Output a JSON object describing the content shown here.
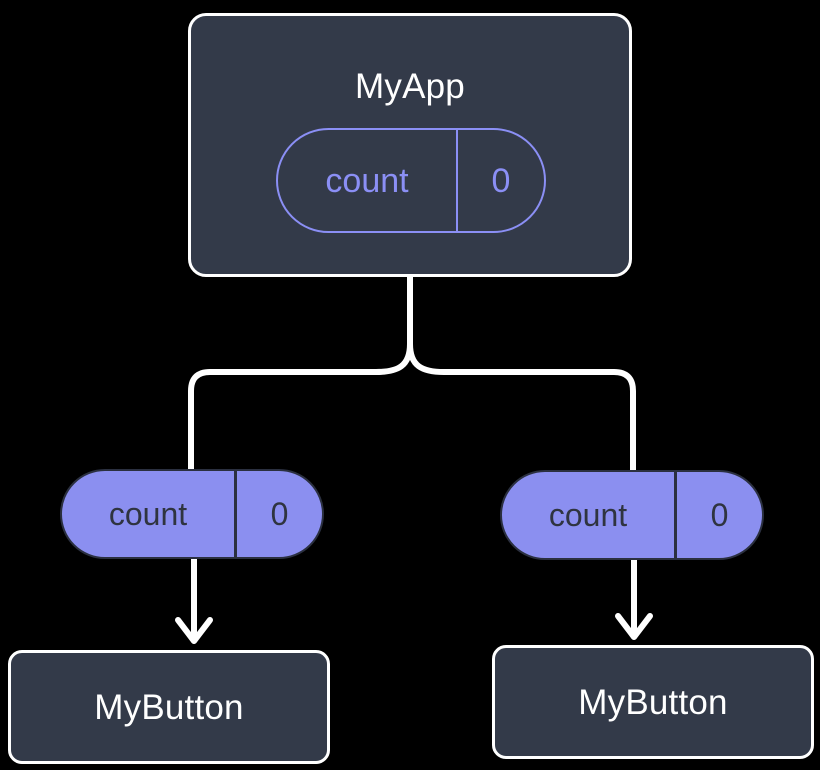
{
  "diagram": {
    "title": "component-state-tree",
    "background_color": "#000000",
    "colors": {
      "box_fill": "#333a49",
      "box_border": "#ffffff",
      "box_text": "#ffffff",
      "pill_accent": "#8b8ff5",
      "pill_fill": "#8b8ff0",
      "pill_text_dark": "#2f3440",
      "wire": "#ffffff"
    }
  },
  "root": {
    "label": "MyApp",
    "state": {
      "key": "count",
      "value": "0"
    }
  },
  "children": [
    {
      "label": "MyButton",
      "state": {
        "key": "count",
        "value": "0"
      }
    },
    {
      "label": "MyButton",
      "state": {
        "key": "count",
        "value": "0"
      }
    }
  ]
}
